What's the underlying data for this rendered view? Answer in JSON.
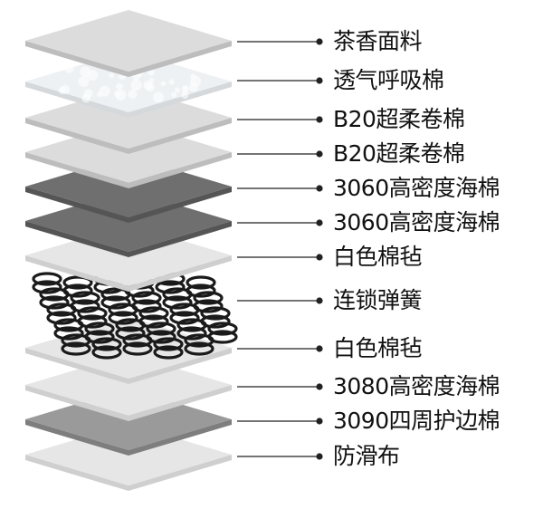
{
  "labels": [
    "茶香面料",
    "透气呼吸棉",
    "B20超柔卷棉",
    "B20超柔卷棉",
    "3060高密度海棉",
    "3060高密度海棉",
    "白色棉毡",
    "连锁弹簧",
    "白色棉毡",
    "3080高密度海棉",
    "3090四周护边棉",
    "防滑布"
  ],
  "colors": {
    "light_gray": "#dcdcdc",
    "light_gray_edge": "#bdbdbd",
    "white_felt": "#e6e6e6",
    "breathable": "#eef1f3",
    "dark_gray": "#6f6f6f",
    "dark_gray_edge": "#555555",
    "mid_gray": "#9a9a9a",
    "mid_gray_edge": "#7e7e7e",
    "spring": "#1a1a1a",
    "leader_line": "#222222"
  }
}
